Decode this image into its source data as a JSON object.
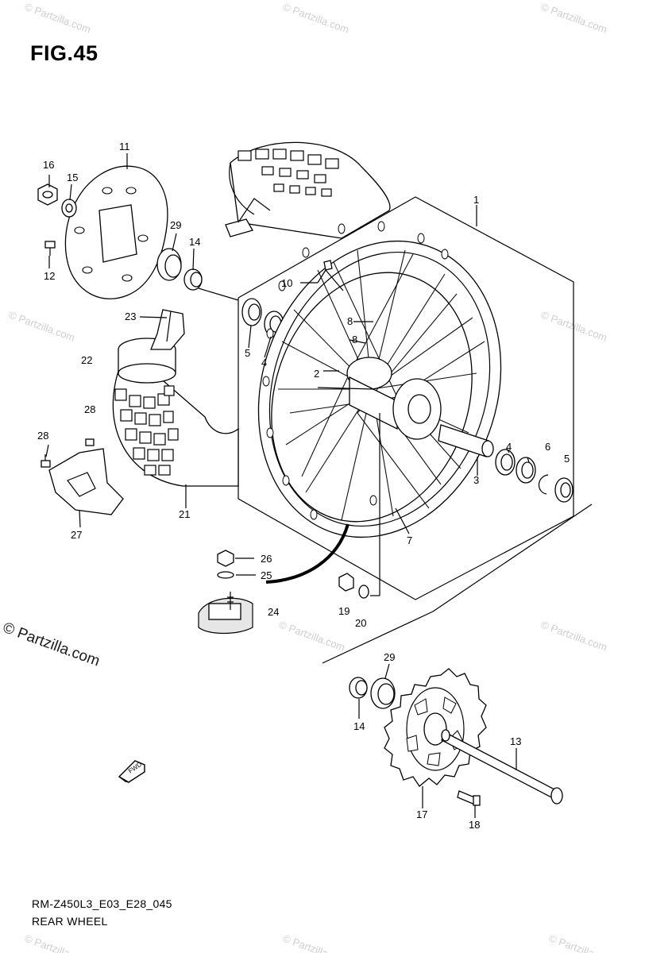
{
  "figure": {
    "title": "FIG.45",
    "drawing_code": "RM-Z450L3_E03_E28_045",
    "drawing_name": "REAR WHEEL"
  },
  "watermark": {
    "main": "© Partzilla.com",
    "faint": "© Partzilla.com"
  },
  "icons": {
    "front_arrow": "fwd-arrow-icon",
    "fwd_label": "FWD"
  },
  "callouts": {
    "c1": "1",
    "c2": "2",
    "c3": "3",
    "c4a": "4",
    "c4b": "4",
    "c5a": "5",
    "c5b": "5",
    "c6": "6",
    "c7": "7",
    "c8a": "8",
    "c8b": "8",
    "c10": "10",
    "c11": "11",
    "c12": "12",
    "c13": "13",
    "c14a": "14",
    "c14b": "14",
    "c15": "15",
    "c16": "16",
    "c17": "17",
    "c18": "18",
    "c19": "19",
    "c20": "20",
    "c21": "21",
    "c22": "22",
    "c23": "23",
    "c24": "24",
    "c25": "25",
    "c26": "26",
    "c27": "27",
    "c28a": "28",
    "c28b": "28",
    "c29a": "29",
    "c29b": "29"
  }
}
